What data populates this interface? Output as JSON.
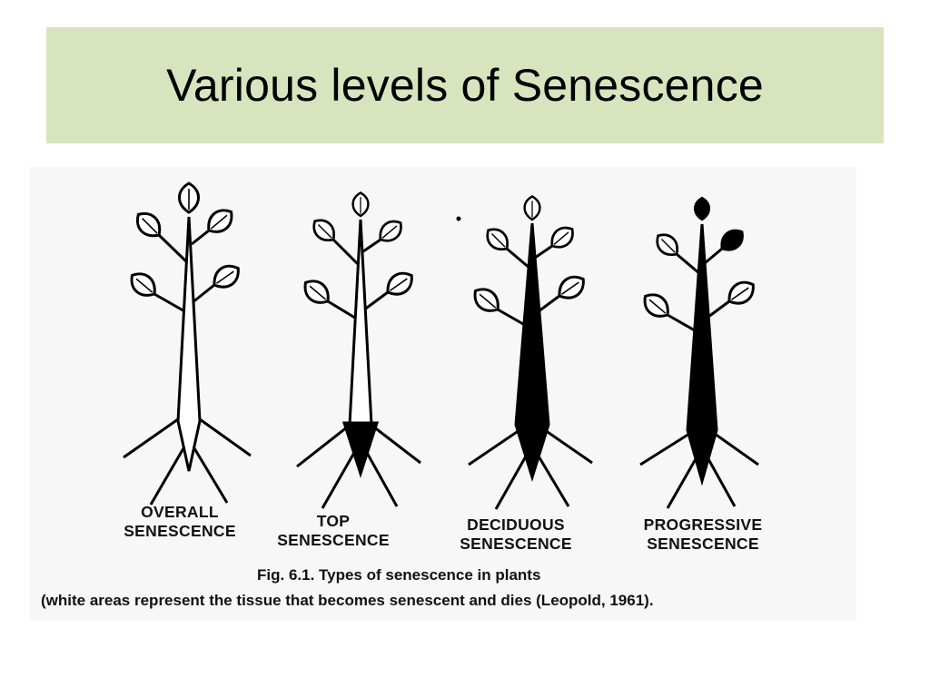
{
  "slide": {
    "title": "Various levels of Senescence"
  },
  "figure": {
    "plants": [
      {
        "label_line1": "OVERALL",
        "label_line2": "SENESCENCE",
        "icon": "plant-all-white"
      },
      {
        "label_line1": "TOP",
        "label_line2": "SENESCENCE",
        "icon": "plant-top-white-base-black"
      },
      {
        "label_line1": "DECIDUOUS",
        "label_line2": "SENESCENCE",
        "icon": "plant-black-stem-white-leaves"
      },
      {
        "label_line1": "PROGRESSIVE",
        "label_line2": "SENESCENCE",
        "icon": "plant-mostly-black"
      }
    ],
    "caption_line1": "Fig. 6.1. Types of senescence in plants",
    "caption_line2": "(white areas represent the tissue that becomes senescent and dies (Leopold, 1961)."
  },
  "colors": {
    "title_band": "#d7e4bd",
    "figure_bg": "#f7f7f7",
    "ink": "#000000"
  }
}
